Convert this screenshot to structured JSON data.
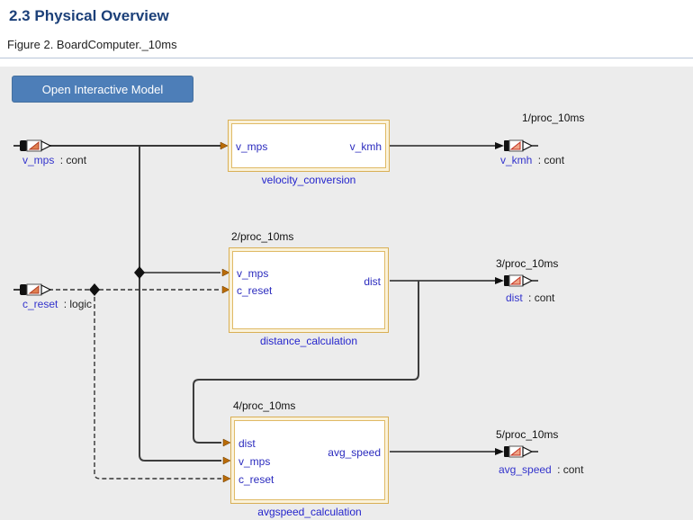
{
  "header": {
    "title": "2.3 Physical Overview",
    "caption": "Figure 2. BoardComputer._10ms"
  },
  "toolbar": {
    "open_button": "Open Interactive Model"
  },
  "diagram": {
    "blocks": [
      {
        "label": "velocity_conversion",
        "inputs": [
          "v_mps"
        ],
        "outputs": [
          "v_kmh"
        ]
      },
      {
        "proc": "2/proc_10ms",
        "label": "distance_calculation",
        "inputs": [
          "v_mps",
          "c_reset"
        ],
        "outputs": [
          "dist"
        ]
      },
      {
        "proc": "4/proc_10ms",
        "label": "avgspeed_calculation",
        "inputs": [
          "dist",
          "v_mps",
          "c_reset"
        ],
        "outputs": [
          "avg_speed"
        ]
      }
    ],
    "input_ports": [
      {
        "name": "v_mps",
        "suffix": ": cont"
      },
      {
        "name": "c_reset",
        "suffix": ": logic"
      }
    ],
    "output_ports": [
      {
        "proc": "1/proc_10ms",
        "name": "v_kmh",
        "suffix": ": cont"
      },
      {
        "proc": "3/proc_10ms",
        "name": "dist",
        "suffix": ": cont"
      },
      {
        "proc": "5/proc_10ms",
        "name": "avg_speed",
        "suffix": ": cont"
      }
    ],
    "colors": {
      "button_blue": "#4d7eb8",
      "block_border_gold": "#d9af55",
      "block_fill_cream": "#faf2da",
      "diagram_background": "#ececec",
      "wire_black": "#2a2a2a",
      "label_blue": "#2b2bbe",
      "title_navy": "#1c4079",
      "port_glyph_orange": "#e08050"
    }
  }
}
